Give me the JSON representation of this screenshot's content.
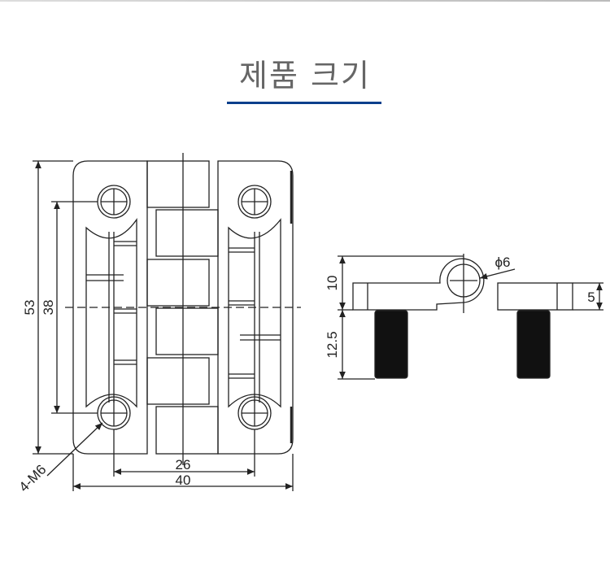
{
  "title": "제품 크기",
  "accent_color": "#0a3f8c",
  "front_view": {
    "dim_height_total": "53",
    "dim_hole_vertical": "38",
    "dim_hole_horizontal": "26",
    "dim_width_total": "40",
    "thread_label": "4-M6"
  },
  "side_view": {
    "dim_height": "10",
    "dim_pin": "ϕ6",
    "dim_thickness": "5",
    "dim_screw_length": "12.5"
  }
}
